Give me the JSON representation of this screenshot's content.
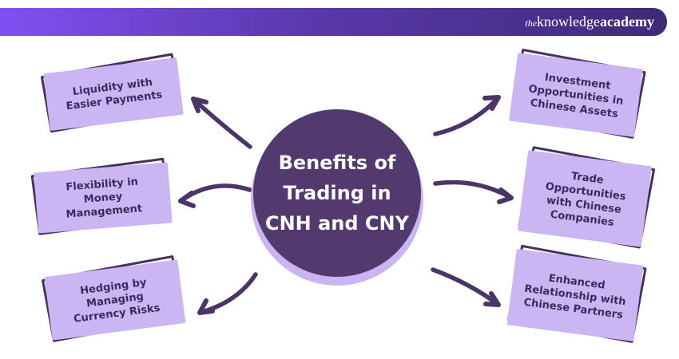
{
  "banner": {
    "logo_the": "the",
    "logo_knowledge": "knowledge",
    "logo_academy": "academy"
  },
  "center": {
    "title": "Benefits of\nTrading in\nCNH and CNY"
  },
  "benefits": {
    "left": [
      {
        "label": "Liquidity with\nEasier Payments"
      },
      {
        "label": "Flexibility in\nMoney\nManagement"
      },
      {
        "label": "Hedging by\nManaging\nCurrency Risks"
      }
    ],
    "right": [
      {
        "label": "Investment\nOpportunities in\nChinese Assets"
      },
      {
        "label": "Trade\nOpportunities\nwith Chinese\nCompanies"
      },
      {
        "label": "Enhanced\nRelationship with\nChinese Partners"
      }
    ]
  },
  "colors": {
    "banner_gradient_start": "#7f51f2",
    "banner_gradient_end": "#3f2a76",
    "circle_fill": "#523a6e",
    "circle_ring": "#c9b5f2",
    "card_fill": "#c9b6f3",
    "card_outline": "#45305f",
    "arrow": "#4a3468",
    "card_text": "#3b2a5e",
    "background": "#ffffff"
  }
}
